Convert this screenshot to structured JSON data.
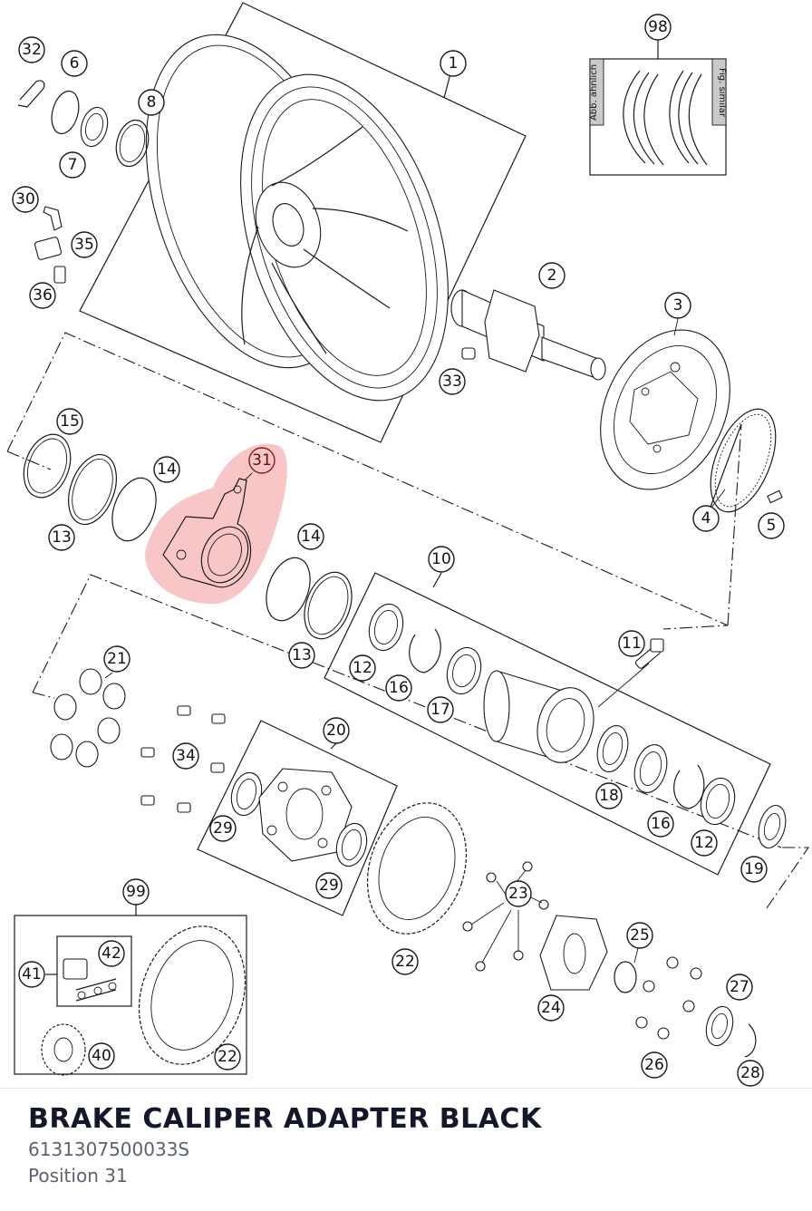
{
  "diagram": {
    "highlight_color": "#f08080",
    "callouts": {
      "c1": "1",
      "c2": "2",
      "c3": "3",
      "c4": "4",
      "c5": "5",
      "c6": "6",
      "c7": "7",
      "c8": "8",
      "c10": "10",
      "c11": "11",
      "c12a": "12",
      "c12b": "12",
      "c13a": "13",
      "c13b": "13",
      "c14a": "14",
      "c14b": "14",
      "c15": "15",
      "c16a": "16",
      "c16b": "16",
      "c17": "17",
      "c18": "18",
      "c19": "19",
      "c20": "20",
      "c21": "21",
      "c22a": "22",
      "c22b": "22",
      "c23": "23",
      "c24": "24",
      "c25": "25",
      "c26": "26",
      "c27": "27",
      "c28": "28",
      "c29a": "29",
      "c29b": "29",
      "c30": "30",
      "c31": "31",
      "c32": "32",
      "c33": "33",
      "c34": "34",
      "c35": "35",
      "c36": "36",
      "c40": "40",
      "c41": "41",
      "c42": "42",
      "c98": "98",
      "c99": "99"
    },
    "label_de": "Abb. ähnlich",
    "label_en": "Fig. similar"
  },
  "part": {
    "title": "BRAKE CALIPER ADAPTER BLACK",
    "number": "6131307500033S",
    "position": "Position 31"
  }
}
